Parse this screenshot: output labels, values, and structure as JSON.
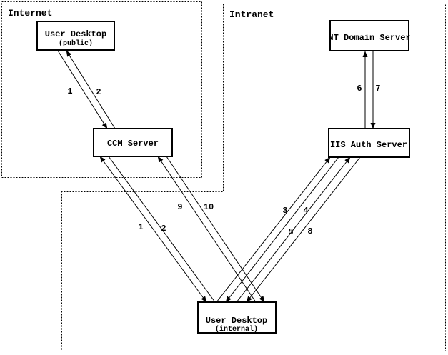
{
  "diagram": {
    "zones": {
      "internet": {
        "label": "Internet"
      },
      "intranet": {
        "label": "Intranet"
      }
    },
    "nodes": {
      "user_desktop_public": {
        "title": "User Desktop",
        "subtitle": "(public)"
      },
      "nt_domain_server": {
        "title": "NT Domain Server"
      },
      "ccm_server": {
        "title": "CCM Server"
      },
      "iis_auth_server": {
        "title": "IIS Auth Server"
      },
      "user_desktop_internal": {
        "title": "User Desktop",
        "subtitle": "(internal)"
      }
    },
    "edge_labels": {
      "public_ccm": [
        "1",
        "2"
      ],
      "ccm_internal": [
        "1",
        "2",
        "9",
        "10"
      ],
      "iis_internal": [
        "3",
        "4",
        "5",
        "8"
      ],
      "nt_iis": [
        "6",
        "7"
      ]
    },
    "colors": {
      "line": "#000000",
      "background": "#ffffff"
    }
  }
}
